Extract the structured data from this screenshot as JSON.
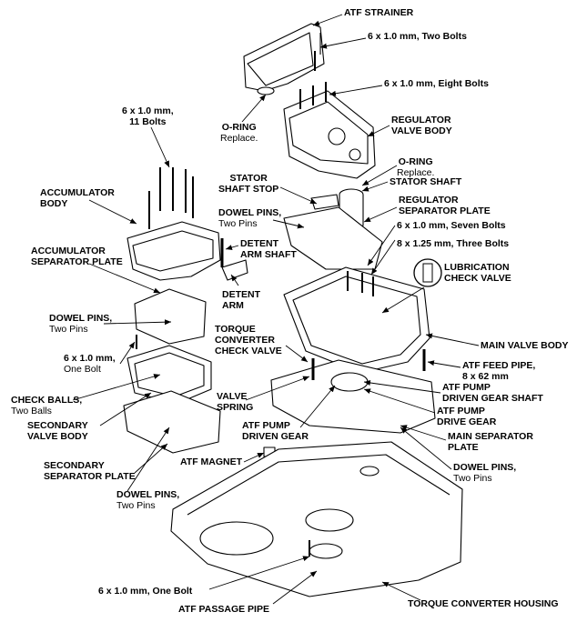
{
  "labels": {
    "atf_strainer": "ATF STRAINER",
    "bolts_strainer": "6 x 1.0 mm, Two Bolts",
    "bolts_regulator": "6 x 1.0 mm, Eight Bolts",
    "bolts_accumulator_1": "6 x 1.0 mm,",
    "bolts_accumulator_2": "11 Bolts",
    "oring_1": "O-RING",
    "oring_1_note": "Replace.",
    "regulator_valve_body_1": "REGULATOR",
    "regulator_valve_body_2": "VALVE BODY",
    "oring_2": "O-RING",
    "oring_2_note": "Replace.",
    "stator_shaft": "STATOR SHAFT",
    "stator_shaft_stop_1": "STATOR",
    "stator_shaft_stop_2": "SHAFT STOP",
    "regulator_separator_plate_1": "REGULATOR",
    "regulator_separator_plate_2": "SEPARATOR PLATE",
    "accumulator_body_1": "ACCUMULATOR",
    "accumulator_body_2": "BODY",
    "dowel_pins_top_1": "DOWEL PINS,",
    "dowel_pins_top_2": "Two Pins",
    "bolts_seven": "6 x 1.0 mm, Seven Bolts",
    "bolts_three": "8 x 1.25 mm, Three Bolts",
    "accumulator_separator_plate_1": "ACCUMULATOR",
    "accumulator_separator_plate_2": "SEPARATOR PLATE",
    "detent_arm_shaft_1": "DETENT",
    "detent_arm_shaft_2": "ARM SHAFT",
    "lubrication_check_valve_1": "LUBRICATION",
    "lubrication_check_valve_2": "CHECK VALVE",
    "detent_arm_1": "DETENT",
    "detent_arm_2": "ARM",
    "dowel_pins_left_1": "DOWEL PINS,",
    "dowel_pins_left_2": "Two Pins",
    "torque_converter_check_valve_1": "TORQUE",
    "torque_converter_check_valve_2": "CONVERTER",
    "torque_converter_check_valve_3": "CHECK VALVE",
    "bolt_one_left_1": "6 x 1.0 mm,",
    "bolt_one_left_2": "One Bolt",
    "main_valve_body": "MAIN VALVE BODY",
    "atf_feed_pipe_1": "ATF FEED PIPE,",
    "atf_feed_pipe_2": "8 x 62 mm",
    "check_balls_1": "CHECK BALLS,",
    "check_balls_2": "Two Balls",
    "valve_spring_1": "VALVE",
    "valve_spring_2": "SPRING",
    "atf_pump_driven_gear_shaft_1": "ATF PUMP",
    "atf_pump_driven_gear_shaft_2": "DRIVEN GEAR SHAFT",
    "secondary_valve_body_1": "SECONDARY",
    "secondary_valve_body_2": "VALVE BODY",
    "atf_pump_driven_gear_1": "ATF PUMP",
    "atf_pump_driven_gear_2": "DRIVEN GEAR",
    "atf_pump_drive_gear_1": "ATF PUMP",
    "atf_pump_drive_gear_2": "DRIVE GEAR",
    "main_separator_plate_1": "MAIN SEPARATOR",
    "main_separator_plate_2": "PLATE",
    "atf_magnet": "ATF MAGNET",
    "secondary_separator_plate_1": "SECONDARY",
    "secondary_separator_plate_2": "SEPARATOR PLATE",
    "dowel_pins_bottom_left_1": "DOWEL PINS,",
    "dowel_pins_bottom_left_2": "Two Pins",
    "dowel_pins_bottom_right_1": "DOWEL PINS,",
    "dowel_pins_bottom_right_2": "Two Pins",
    "bolt_one_bottom": "6 x 1.0 mm, One Bolt",
    "atf_passage_pipe": "ATF PASSAGE PIPE",
    "torque_converter_housing": "TORQUE CONVERTER HOUSING"
  },
  "colors": {
    "ink": "#000000",
    "paper": "#ffffff"
  }
}
